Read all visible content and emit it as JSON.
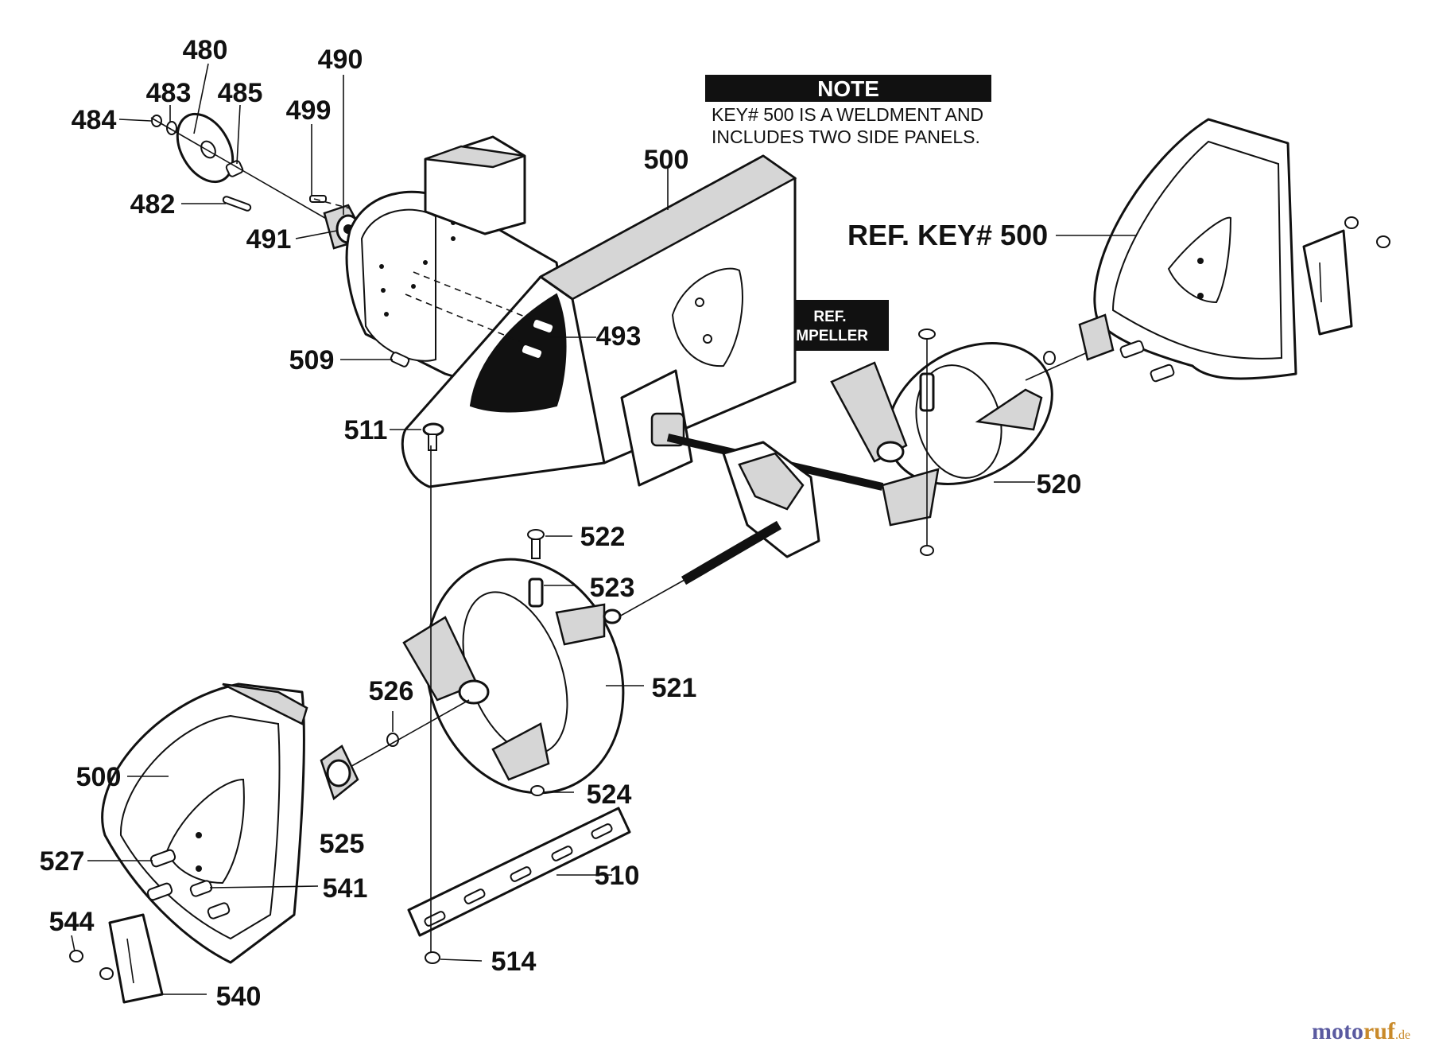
{
  "note": {
    "title": "NOTE",
    "line1": "KEY# 500 IS A WELDMENT AND",
    "line2": "INCLUDES TWO SIDE PANELS."
  },
  "ref_impeller": {
    "line1": "REF.",
    "line2": "IMPELLER"
  },
  "callouts": {
    "c480": "480",
    "c483": "483",
    "c484": "484",
    "c485": "485",
    "c490": "490",
    "c499": "499",
    "c482": "482",
    "c491": "491",
    "c500_top": "500",
    "c493": "493",
    "c509": "509",
    "c511": "511",
    "ref_key": "REF. KEY# 500",
    "c520": "520",
    "c522": "522",
    "c523": "523",
    "c521": "521",
    "c526": "526",
    "c500_left": "500",
    "c524": "524",
    "c525": "525",
    "c510": "510",
    "c527": "527",
    "c541": "541",
    "c544": "544",
    "c514": "514",
    "c540": "540"
  },
  "watermark": {
    "part1": "moto",
    "part2": "ruf",
    "suffix": ".de"
  }
}
